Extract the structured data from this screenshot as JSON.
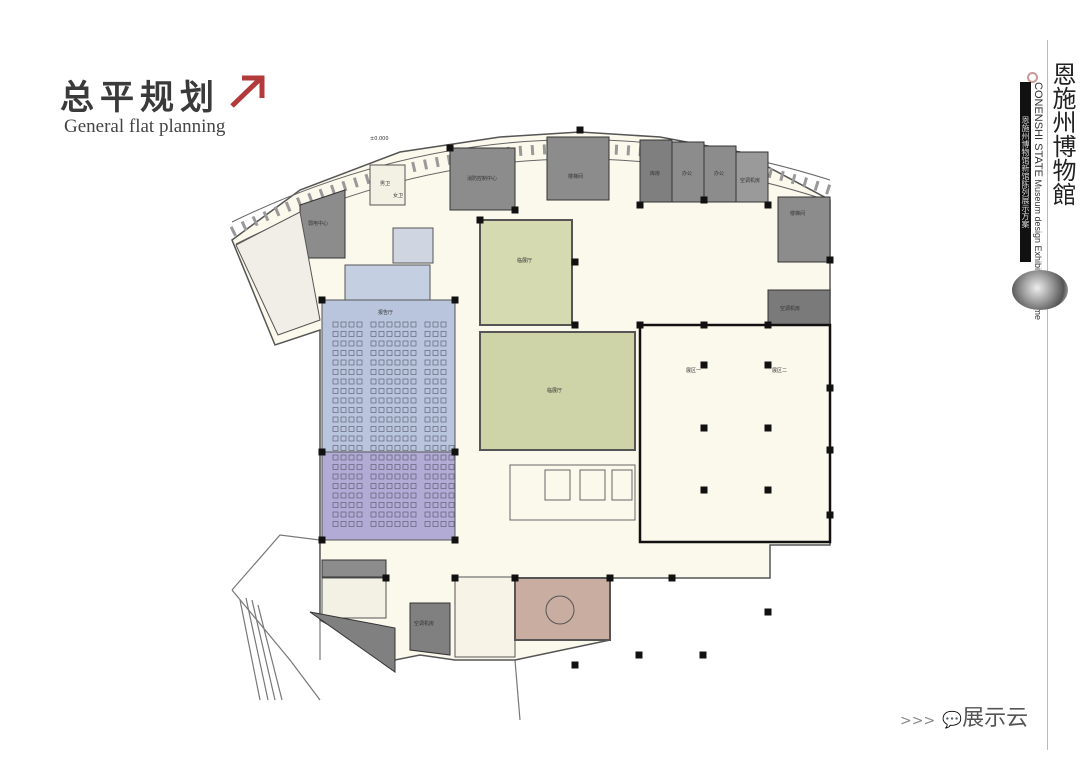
{
  "header": {
    "title_cn": "总平规划",
    "title_en": "General flat planning"
  },
  "brand": {
    "calligraphy": "恩施州博物館",
    "english": "CONENSHI STATE",
    "english_sub": "Museum design Exhibition Scheme",
    "black_bar": "恩施州博物馆新馆陈列展示方案"
  },
  "watermark": {
    "chevrons": ">>>",
    "text": "展示云"
  },
  "plan": {
    "rooms": {
      "fire_control": "消防控制中心",
      "office1": "办公",
      "office2": "办公",
      "ac_top": "空调机房",
      "storage": "库房",
      "stair_top": "楼梯间",
      "weak_elec": "弱电中心",
      "male_wc": "男卫",
      "female_wc": "女卫",
      "auditorium": "报告厅",
      "hall_small": "临展厅",
      "hall_mid": "临展厅",
      "hall_big_1": "展区一",
      "hall_big_2": "展区二",
      "ac_bottom": "空调机房",
      "stair_right": "楼梯间",
      "ac_right": "空调机房",
      "elevation": "±0.000"
    }
  },
  "colors": {
    "floor": "#fbf8ec",
    "room_grey": "#8a8a8a",
    "auditorium": "#b9c5dd",
    "auditorium_low": "#b2abd6",
    "hall_green": "#d6dab0",
    "hall_brown": "#c8ada0",
    "accent": "#b23a3a"
  }
}
